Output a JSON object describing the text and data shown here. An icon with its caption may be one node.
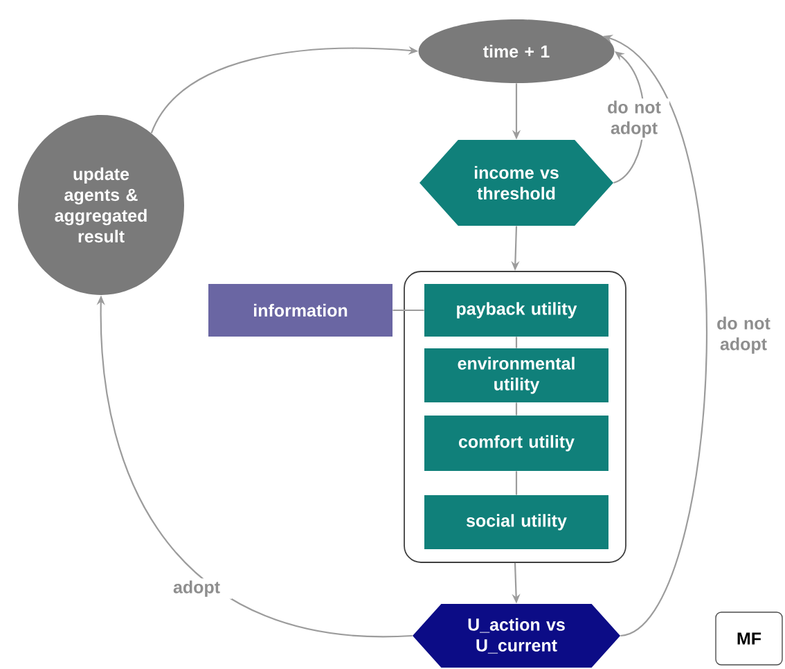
{
  "diagram": {
    "nodes": [
      {
        "text": [
          "time + 1"
        ]
      },
      {
        "text": [
          "income vs threshold"
        ]
      },
      {
        "text": [],
        "shape": "box"
      },
      {
        "text": [
          "payback utility"
        ],
        "in": 2
      },
      {
        "text": [
          "environmental utility"
        ],
        "in": 2
      },
      {
        "text": [
          "comfort utility"
        ],
        "in": 2
      },
      {
        "text": [
          "social utility"
        ],
        "in": 2
      },
      {
        "text": [
          "information"
        ]
      },
      {
        "text": [
          "update agents & aggregated result"
        ]
      },
      {
        "text": [
          "U_action vs U_current"
        ]
      },
      {
        "text": [
          "MF"
        ]
      }
    ],
    "edges": [
      {
        "from": 0,
        "to": 1,
        "arrow": "to"
      },
      {
        "from": 1,
        "to": 0,
        "arrow": "to",
        "label": "do not adopt"
      },
      {
        "from": 1,
        "to": 2,
        "arrow": "to"
      },
      {
        "from": 7,
        "to": 3,
        "arrow": "none"
      },
      {
        "from": 3,
        "to": 4,
        "arrow": "none"
      },
      {
        "from": 4,
        "to": 5,
        "arrow": "none"
      },
      {
        "from": 5,
        "to": 6,
        "arrow": "none"
      },
      {
        "from": 2,
        "to": 9,
        "arrow": "to"
      },
      {
        "from": 9,
        "to": 8,
        "arrow": "to",
        "label": "adopt"
      },
      {
        "from": 9,
        "to": 0,
        "arrow": "to",
        "label": "do not adopt"
      },
      {
        "from": 8,
        "to": 0,
        "arrow": "to"
      }
    ]
  }
}
